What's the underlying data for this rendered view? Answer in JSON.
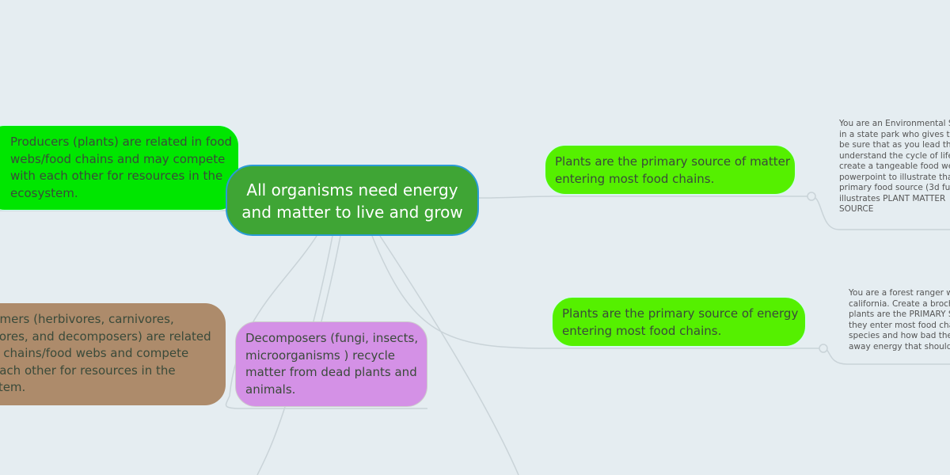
{
  "central": {
    "lines": [
      "All organisms need energy",
      "and matter to live and grow"
    ]
  },
  "producers": {
    "lines": [
      "Producers (plants) are related in food",
      "webs/food chains and may compete",
      "with each other for resources in the",
      "ecosystem."
    ]
  },
  "plants_matter": {
    "lines": [
      "Plants are the primary source of matter",
      "entering most food chains."
    ]
  },
  "plants_energy": {
    "lines": [
      "Plants are the primary source of energy",
      "entering most food chains."
    ]
  },
  "consumers": {
    "lines": [
      "umers (herbivores, carnivores,",
      "vores, and decomposers) are related",
      "d chains/food webs and compete",
      "each other for resources in the",
      "stem."
    ]
  },
  "decomposers": {
    "lines": [
      "Decomposers (fungi, insects,",
      "microorganisms ) recycle",
      "matter from dead plants and",
      "animals."
    ]
  },
  "note_matter": {
    "lines": [
      "You are an Environmental S",
      "in a state park who gives to",
      "be sure that as you lead the",
      "understand the cycle of life",
      "create a tangeable food we",
      "powerpoint to illustrate tha",
      "primary food source (3d fu",
      "illustrates PLANT MATTER",
      "SOURCE"
    ]
  },
  "note_energy": {
    "lines": [
      "You are a forest ranger w",
      "california. Create a broch",
      "plants are the PRIMARY S",
      "they enter most food cha",
      "species and how bad the",
      "away energy that should"
    ]
  },
  "colors": {
    "central": "#3fa535",
    "producers": "#00e600",
    "plants": "#55f000",
    "consumers": "#ad8b6b",
    "decomposers": "#d491e6"
  }
}
